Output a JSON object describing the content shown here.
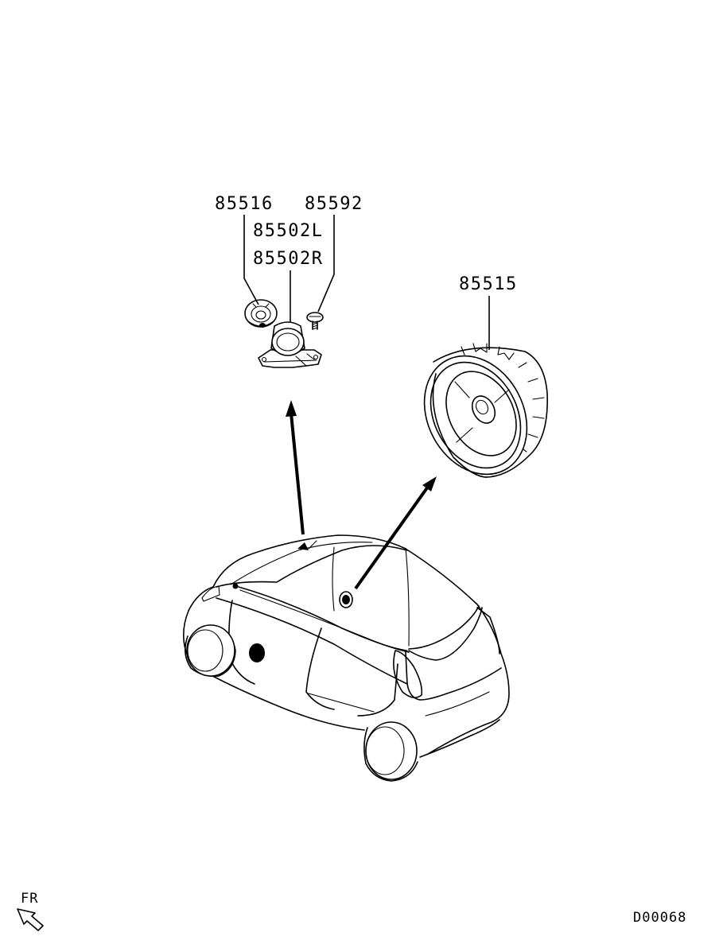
{
  "labels": {
    "tweeter_cover": "85516",
    "tweeter_screw": "85592",
    "tweeter_left": "85502L",
    "tweeter_right": "85502R",
    "door_speaker": "85515"
  },
  "direction_label": "FR",
  "diagram_code": "D00068"
}
